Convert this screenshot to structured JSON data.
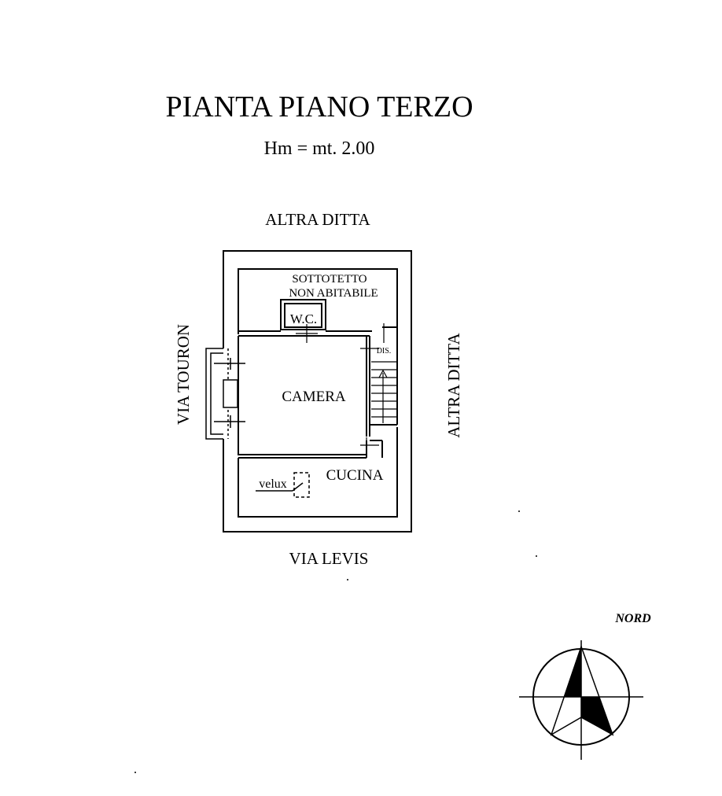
{
  "drawing": {
    "title": "PIANTA PIANO TERZO",
    "subtitle": "Hm = mt. 2.00"
  },
  "neighbors": {
    "north": "ALTRA DITTA",
    "east": "ALTRA DITTA",
    "south": "VIA LEVIS",
    "west": "VIA TOURON"
  },
  "rooms": {
    "attic_line1": "SOTTOTETTO",
    "attic_line2": "NON ABITABILE",
    "wc": "W.C.",
    "landing": "DIS.",
    "bedroom": "CAMERA",
    "kitchen": "CUCINA",
    "skylight": "velux"
  },
  "compass": {
    "label": "NORD"
  },
  "colors": {
    "ink": "#000000",
    "paper": "#ffffff"
  }
}
